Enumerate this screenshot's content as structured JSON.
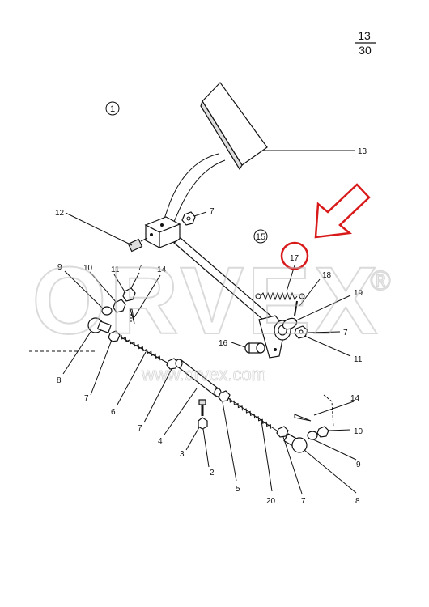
{
  "page_number": {
    "numerator": "13",
    "denominator": "30"
  },
  "view_markers": {
    "main": "1",
    "sub": "15"
  },
  "watermark": {
    "logo": "ORVEX",
    "registered": "®",
    "url": "www.orvex.com"
  },
  "highlight": {
    "part": "17",
    "color": "#d91a1a"
  },
  "colors": {
    "ink": "#111111",
    "watermark": "#c8c8c8",
    "highlight": "#d91a1a"
  },
  "callouts": [
    {
      "id": "c13a",
      "label": "13"
    },
    {
      "id": "c7a",
      "label": "7"
    },
    {
      "id": "c12",
      "label": "12"
    },
    {
      "id": "c17",
      "label": "17"
    },
    {
      "id": "c18",
      "label": "18"
    },
    {
      "id": "c19",
      "label": "19"
    },
    {
      "id": "c9a",
      "label": "9"
    },
    {
      "id": "c10a",
      "label": "10"
    },
    {
      "id": "c11a",
      "label": "11"
    },
    {
      "id": "c7b",
      "label": "7"
    },
    {
      "id": "c14a",
      "label": "14"
    },
    {
      "id": "c7c",
      "label": "7"
    },
    {
      "id": "c16",
      "label": "16"
    },
    {
      "id": "c11b",
      "label": "11"
    },
    {
      "id": "c8a",
      "label": "8"
    },
    {
      "id": "c7d",
      "label": "7"
    },
    {
      "id": "c6",
      "label": "6"
    },
    {
      "id": "c7e",
      "label": "7"
    },
    {
      "id": "c4",
      "label": "4"
    },
    {
      "id": "c3",
      "label": "3"
    },
    {
      "id": "c2",
      "label": "2"
    },
    {
      "id": "c5",
      "label": "5"
    },
    {
      "id": "c14b",
      "label": "14"
    },
    {
      "id": "c10b",
      "label": "10"
    },
    {
      "id": "c9b",
      "label": "9"
    },
    {
      "id": "c20",
      "label": "20"
    },
    {
      "id": "c7f",
      "label": "7"
    },
    {
      "id": "c8b",
      "label": "8"
    }
  ]
}
